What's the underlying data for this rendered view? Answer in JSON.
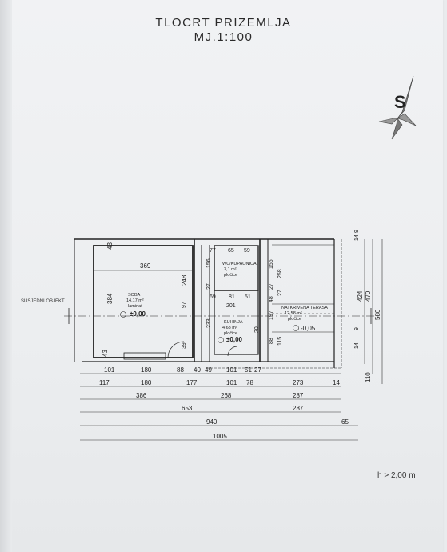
{
  "title": {
    "line1": "TLOCRT PRIZEMLJA",
    "line2": "MJ.1:100"
  },
  "side_label": "SUSJEDNI OBJEKT",
  "height_note": "h > 2,00 m",
  "north_arrow": {
    "icon": "compass-north-arrow-icon",
    "letter": "S"
  },
  "rooms": {
    "soba": {
      "name": "SOBA",
      "area": "14,17 m²",
      "floor": "laminat",
      "level": "±0,00"
    },
    "wc": {
      "name": "WC/KUPAONICA",
      "area": "3,1 m²",
      "floor": "pločice"
    },
    "kuhinja": {
      "name": "KUHINJA",
      "area": "4,68 m²",
      "floor": "pločice",
      "level": "±0,00"
    },
    "terasa": {
      "name": "NATKRIVENA TERASA",
      "area": "12,58 m²",
      "floor": "pločice",
      "level": "-0,05"
    }
  },
  "inner_dims": {
    "soba_w": "369",
    "soba_h": "384",
    "soba_inner": "248",
    "wall_top": "43",
    "wall_bot": "43",
    "wc_a": "77",
    "wc_b": "65",
    "wc_c": "59",
    "wc_h": "156",
    "wc_d": "27",
    "k_a": "69",
    "k_b": "81",
    "k_c": "51",
    "k_w": "201",
    "k_h": "233",
    "k_d": "97",
    "k_e": "39",
    "k_f": "20",
    "t_h1": "156",
    "t_h2": "258",
    "t_a": "27",
    "t_b": "48",
    "t_c": "197",
    "t_d": "27",
    "t_e": "88",
    "t_f": "115",
    "r_a": "14",
    "r_b": "9",
    "r_c": "9",
    "r_d": "14"
  },
  "dim_rows": {
    "row1": [
      "101",
      "180",
      "88",
      "40",
      "49",
      "101",
      "51",
      "27"
    ],
    "row2": [
      "117",
      "180",
      "177",
      "101",
      "78",
      "273",
      "14"
    ],
    "row3": [
      "386",
      "268",
      "287"
    ],
    "row4": [
      "653",
      "287"
    ],
    "row5": [
      "940",
      "65"
    ],
    "row6": [
      "1005"
    ]
  },
  "right_dims": {
    "d424": "424",
    "d470": "470",
    "d580": "580",
    "d110": "110"
  }
}
